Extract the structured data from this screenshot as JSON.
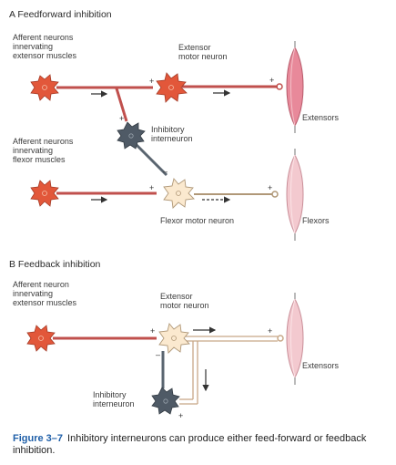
{
  "panel_a": {
    "title": "A  Feedforward inhibition",
    "afferent_extensor": "Afferent neurons\ninnervating\nextensor muscles",
    "extensor_motor": "Extensor\nmotor neuron",
    "inhibitory": "Inhibitory\ninterneuron",
    "afferent_flexor": "Afferent neurons\ninnervating\nflexor muscles",
    "flexor_motor": "Flexor motor neuron",
    "extensors": "Extensors",
    "flexors": "Flexors"
  },
  "panel_b": {
    "title": "B  Feedback inhibition",
    "afferent_extensor": "Afferent neuron\ninnervating\nextensor muscles",
    "extensor_motor": "Extensor\nmotor neuron",
    "inhibitory": "Inhibitory\ninterneuron",
    "extensors": "Extensors"
  },
  "signs": {
    "plus": "+",
    "minus": "–"
  },
  "caption": {
    "figure": "Figure 3–7",
    "text": "Inhibitory interneurons can produce either feed-forward or feedback inhibition."
  },
  "colors": {
    "excitatory_neuron": "#e2573a",
    "inhibitory_neuron": "#4f5a66",
    "inhibited_neuron": "#fbe9cf",
    "muscle": "#e8899a",
    "muscle_light": "#f3c9cf"
  }
}
